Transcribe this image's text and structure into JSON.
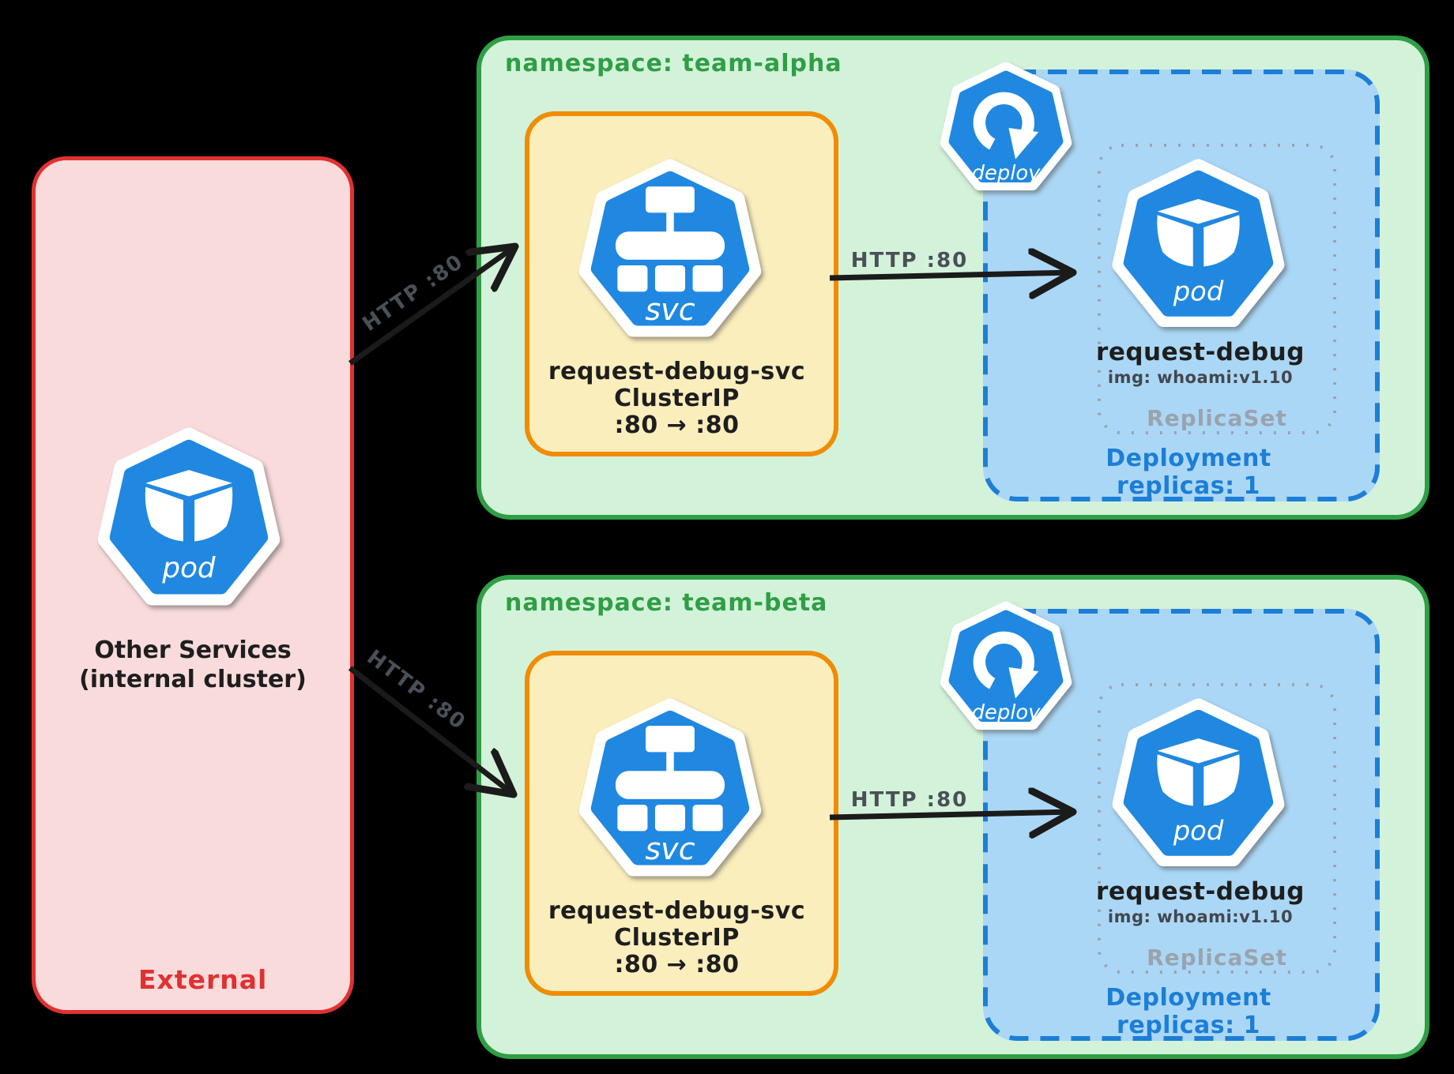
{
  "diagram": {
    "external": {
      "pod_icon_label": "pod",
      "title_line1": "Other Services",
      "title_line2": "(internal cluster)",
      "label": "External"
    },
    "arrows": {
      "external_to_alpha": "HTTP :80",
      "external_to_beta": "HTTP :80"
    },
    "namespaces": [
      {
        "title": "namespace: team-alpha",
        "service": {
          "icon_label": "svc",
          "name": "request-debug-svc",
          "kind": "ClusterIP",
          "ports": ":80 → :80"
        },
        "http_label": "HTTP :80",
        "deploy_icon_label": "deploy",
        "pod": {
          "icon_label": "pod",
          "name": "request-debug",
          "image": "img: whoami:v1.10"
        },
        "replicaset_label": "ReplicaSet",
        "deployment_label": "Deployment",
        "replicas": "replicas: 1"
      },
      {
        "title": "namespace: team-beta",
        "service": {
          "icon_label": "svc",
          "name": "request-debug-svc",
          "kind": "ClusterIP",
          "ports": ":80 → :80"
        },
        "http_label": "HTTP :80",
        "deploy_icon_label": "deploy",
        "pod": {
          "icon_label": "pod",
          "name": "request-debug",
          "image": "img: whoami:v1.10"
        },
        "replicaset_label": "ReplicaSet",
        "deployment_label": "Deployment",
        "replicas": "replicas: 1"
      }
    ],
    "colors": {
      "background": "#000000",
      "green": "#2f9e44",
      "green_fill": "#d3f2da",
      "orange": "#f08c00",
      "yellow_fill": "#fbeebd",
      "red": "#e03131",
      "pink_fill": "#f9dbdc",
      "blue": "#1c7ed6",
      "blue_fill": "#abd7f6",
      "icon_blue": "#2088e0",
      "gray": "#9aa3ad",
      "ink": "#1e1e1e"
    }
  }
}
